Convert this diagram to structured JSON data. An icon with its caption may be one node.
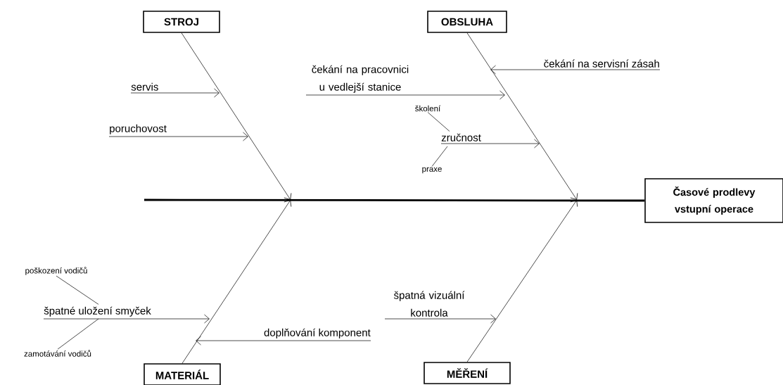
{
  "diagram": {
    "nodes": [
      {
        "text": [
          "STROJ"
        ]
      },
      {
        "text": [
          "OBSLUHA"
        ]
      },
      {
        "text": [
          "čekání na pracovnici u vedlejší stanice"
        ]
      },
      {
        "text": [
          "čekání na servisní zásah"
        ]
      },
      {
        "text": [
          "servis"
        ]
      },
      {
        "text": [
          "školení"
        ]
      },
      {
        "text": [
          "poruchovost"
        ]
      },
      {
        "text": [
          "zručnost"
        ]
      },
      {
        "text": [
          "praxe"
        ]
      },
      {
        "text": [
          "Časové prodlevy vstupní operace"
        ]
      },
      {
        "text": [
          "poškození vodičů"
        ]
      },
      {
        "text": [
          "špatné uložení smyček"
        ]
      },
      {
        "text": [
          "špatná vizuální kontrola"
        ]
      },
      {
        "text": [
          "doplňování komponent"
        ]
      },
      {
        "text": [
          "zamotávání vodičů"
        ]
      },
      {
        "text": [
          "MATERIÁL"
        ]
      },
      {
        "text": [
          "MĚŘENÍ"
        ]
      }
    ],
    "edges": [
      {
        "from": 0,
        "to": null,
        "arrow": "to"
      },
      {
        "from": 1,
        "to": null,
        "arrow": "to"
      },
      {
        "from": 15,
        "to": null,
        "arrow": "to"
      },
      {
        "from": 16,
        "to": null,
        "arrow": "to"
      },
      {
        "from": null,
        "to": 9,
        "arrow": "none",
        "style": "thick"
      },
      {
        "from": 4,
        "to": null,
        "arrow": "to"
      },
      {
        "from": 6,
        "to": null,
        "arrow": "to"
      },
      {
        "from": 2,
        "to": null,
        "arrow": "to"
      },
      {
        "from": 3,
        "to": null,
        "arrow": "to"
      },
      {
        "from": 7,
        "to": null,
        "arrow": "to"
      },
      {
        "from": 5,
        "to": 7,
        "arrow": "none"
      },
      {
        "from": 8,
        "to": 7,
        "arrow": "none"
      },
      {
        "from": 11,
        "to": null,
        "arrow": "to"
      },
      {
        "from": 13,
        "to": null,
        "arrow": "to"
      },
      {
        "from": 10,
        "to": 11,
        "arrow": "none"
      },
      {
        "from": 14,
        "to": 11,
        "arrow": "none"
      },
      {
        "from": 12,
        "to": null,
        "arrow": "to"
      }
    ]
  }
}
